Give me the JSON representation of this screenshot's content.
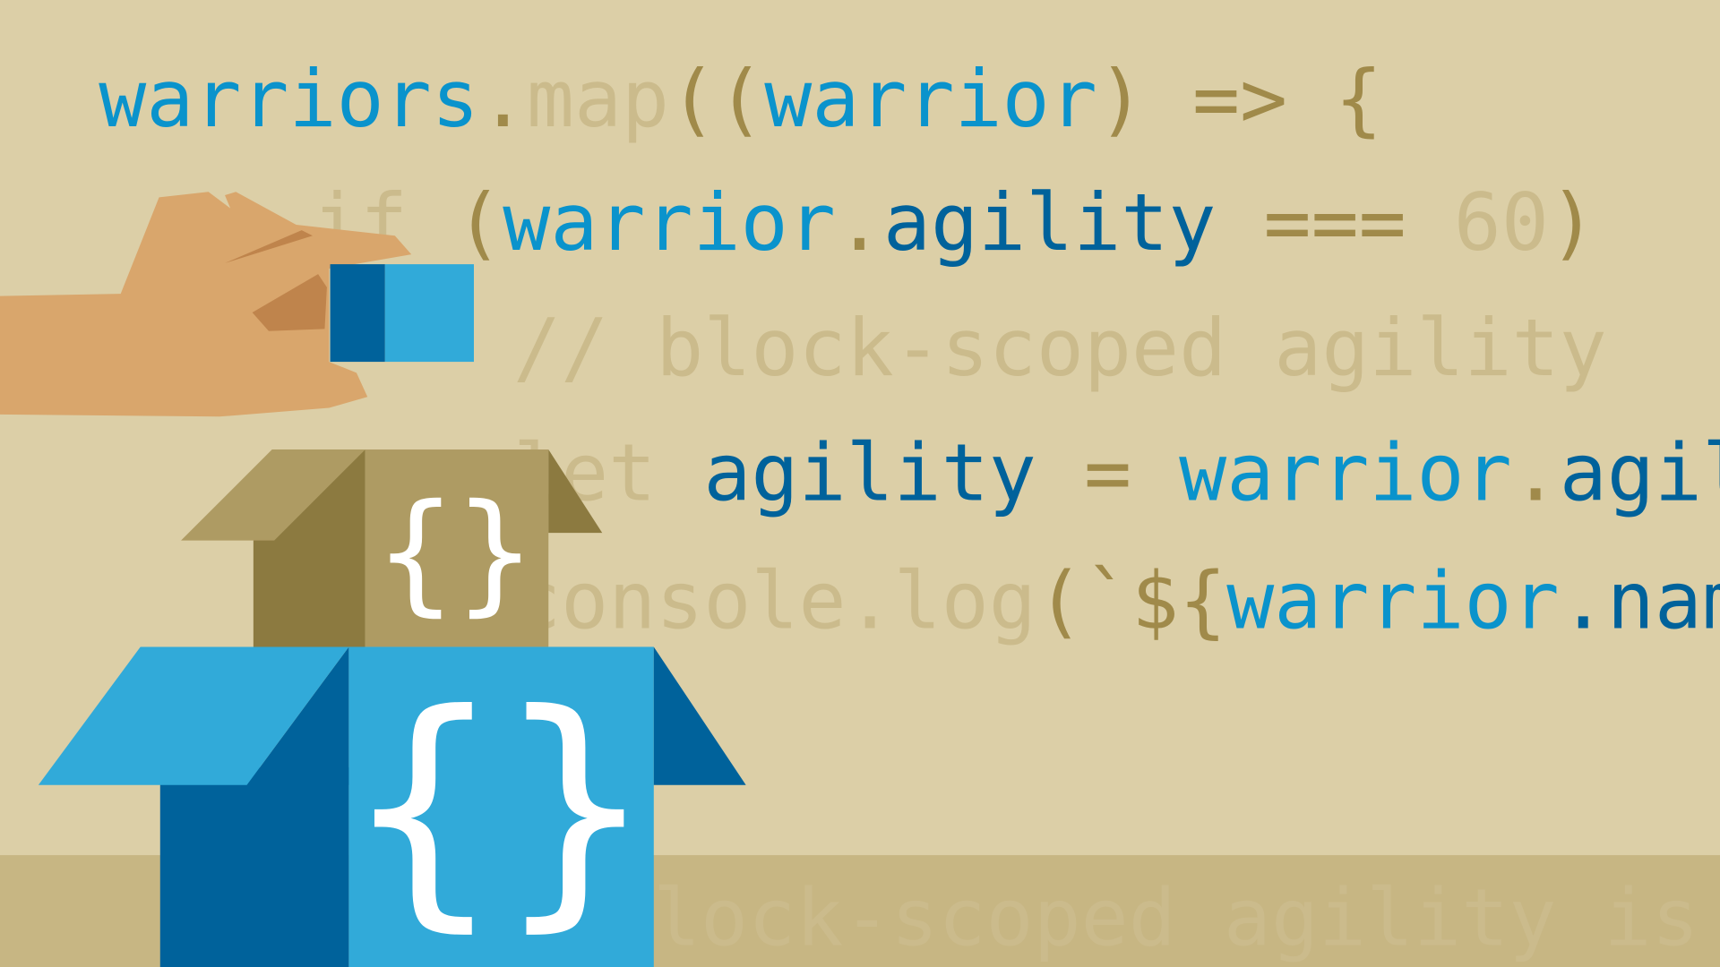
{
  "colors": {
    "background": "#dccfa7",
    "floor": "#c7b683",
    "light_blue": "#0a93cc",
    "dark_blue": "#00629b",
    "gold": "#a08a4a",
    "faint": "#cbbb8c",
    "skin": "#d9a66c",
    "skin_shadow": "#bf844c",
    "box_tan": "#ae9b63",
    "box_tan_dark": "#8c7a40",
    "box_blue": "#31aad9",
    "box_blue_dark": "#00629b"
  },
  "code_lines": [
    [
      {
        "t": "warriors",
        "c": "light_blue"
      },
      {
        "t": ".",
        "c": "gold"
      },
      {
        "t": "map",
        "c": "faint"
      },
      {
        "t": "((",
        "c": "gold"
      },
      {
        "t": "warrior",
        "c": "light_blue"
      },
      {
        "t": ") => {",
        "c": "gold"
      }
    ],
    [
      {
        "t": "if ",
        "c": "faint"
      },
      {
        "t": "(",
        "c": "gold"
      },
      {
        "t": "warrior",
        "c": "light_blue"
      },
      {
        "t": ".",
        "c": "gold"
      },
      {
        "t": "agility",
        "c": "dark_blue"
      },
      {
        "t": " === ",
        "c": "gold"
      },
      {
        "t": "60",
        "c": "faint"
      },
      {
        "t": ")",
        "c": "gold"
      }
    ],
    [
      {
        "t": "// block-scoped agility",
        "c": "faint"
      }
    ],
    [
      {
        "t": "let ",
        "c": "faint"
      },
      {
        "t": "agility",
        "c": "dark_blue"
      },
      {
        "t": " = ",
        "c": "gold"
      },
      {
        "t": "warrior",
        "c": "light_blue"
      },
      {
        "t": ".",
        "c": "gold"
      },
      {
        "t": "agility",
        "c": "dark_blue"
      }
    ],
    [
      {
        "t": "console.log",
        "c": "faint"
      },
      {
        "t": "(`${",
        "c": "gold"
      },
      {
        "t": "warrior",
        "c": "light_blue"
      },
      {
        "t": ".name",
        "c": "dark_blue"
      }
    ],
    [
      {
        "t": "block-scoped agility is",
        "c": "faint"
      }
    ]
  ],
  "box_small_label": "{}",
  "box_large_label": "{}"
}
